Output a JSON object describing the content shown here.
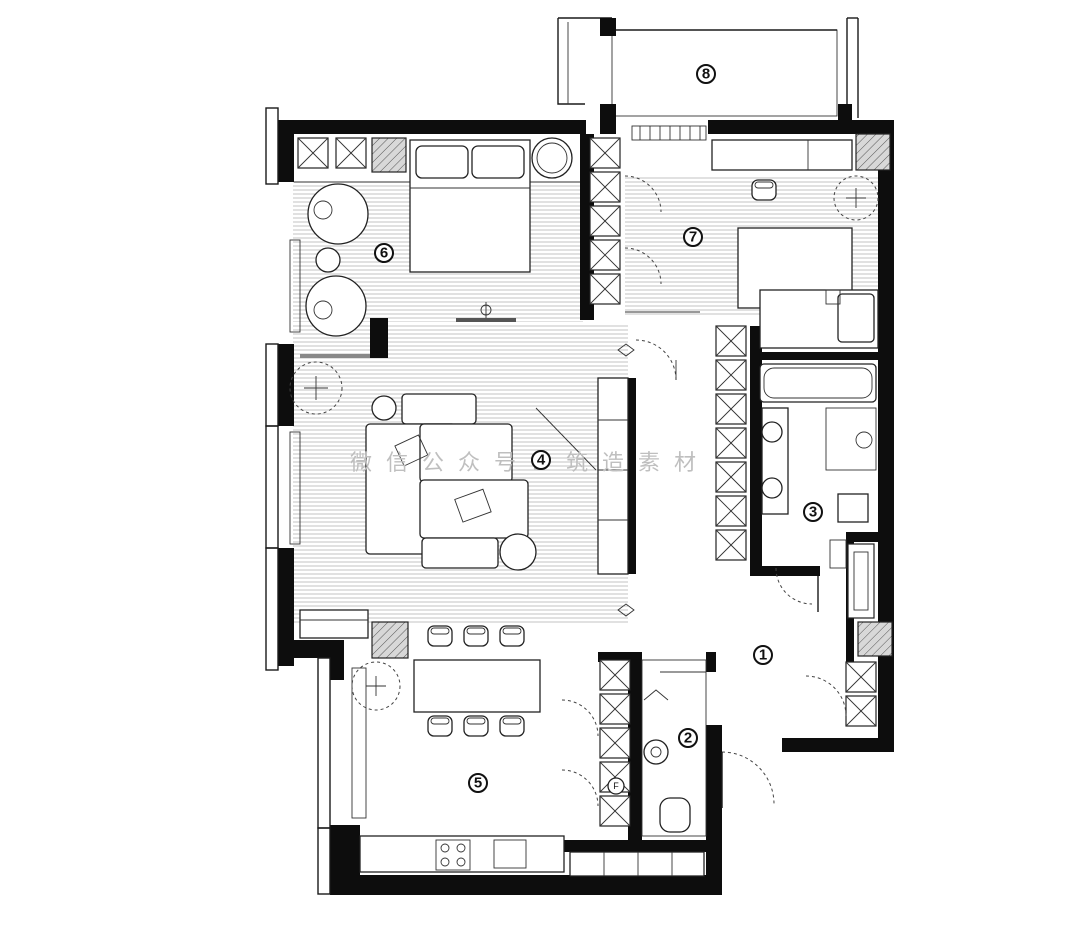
{
  "plan": {
    "rooms": [
      {
        "id": "room-1",
        "label": "1"
      },
      {
        "id": "room-2",
        "label": "2"
      },
      {
        "id": "room-3",
        "label": "3"
      },
      {
        "id": "room-4",
        "label": "4"
      },
      {
        "id": "room-5",
        "label": "5"
      },
      {
        "id": "room-6",
        "label": "6"
      },
      {
        "id": "room-7",
        "label": "7"
      },
      {
        "id": "room-8",
        "label": "8"
      }
    ],
    "fridge_label": "F",
    "watermark": "微信公众号：筑造素材"
  },
  "colors": {
    "wall": "#0d0d0d",
    "line": "#222222",
    "floor_stripe": "#9a9a9a",
    "watermark": "#bfbfbf"
  }
}
